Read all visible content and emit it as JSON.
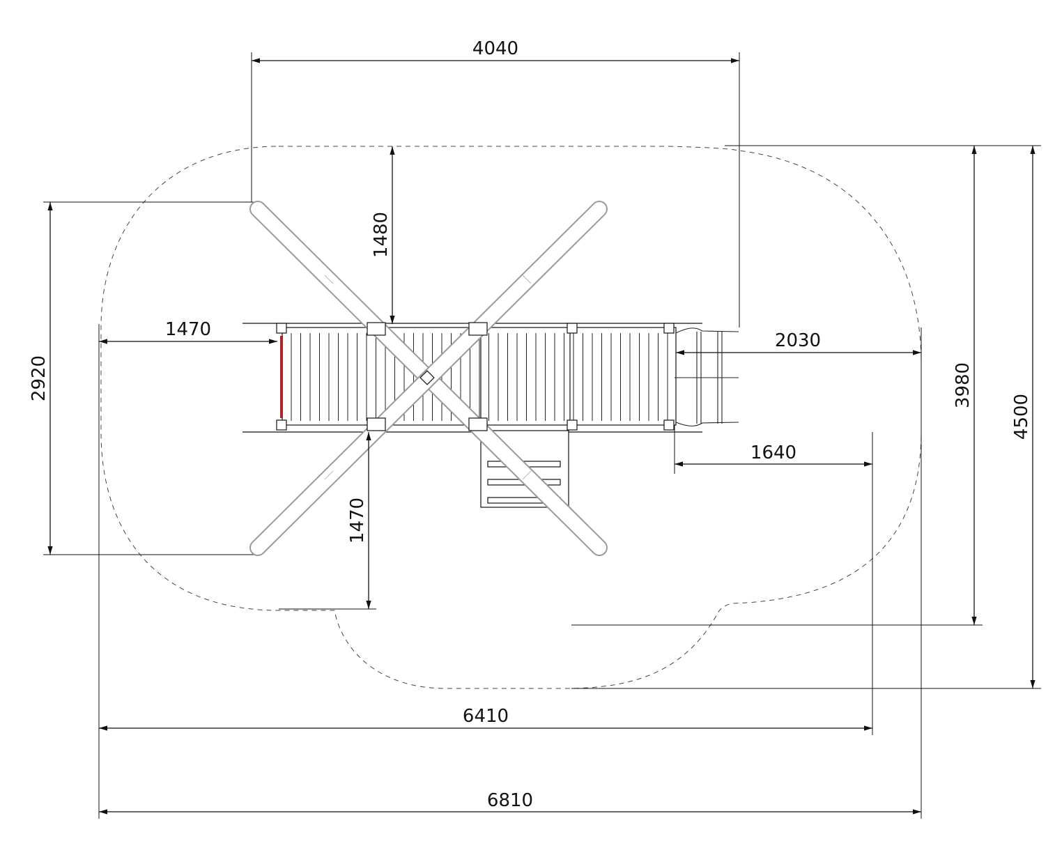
{
  "drawing": {
    "colors": {
      "line": "#111111",
      "beam": "#9a9a9a",
      "safety_zone": "#444444",
      "red_rail": "#b22222",
      "brace": "#b9a992"
    },
    "dimensions": {
      "top_width": "4040",
      "beam_to_deck": "1480",
      "left_overhang": "1470",
      "beam_span_vertical": "2920",
      "right_overhang": "2030",
      "right_ladder_zone": "1640",
      "deck_to_bottom": "1470",
      "overall_height_inner": "3980",
      "overall_height": "4500",
      "width_inner": "6410",
      "overall_width": "6810"
    }
  }
}
